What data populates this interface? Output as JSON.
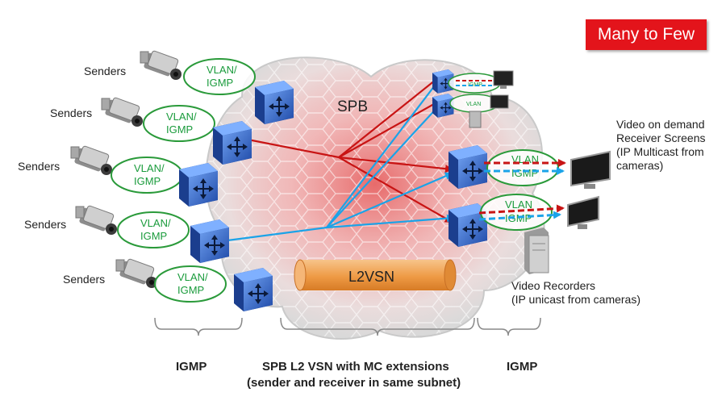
{
  "badge": {
    "label": "Many to Few",
    "color": "#e3141b"
  },
  "cloud_label": "SPB",
  "tunnel_label": "L2VSN",
  "vlan_bubble": {
    "line1": "VLAN/",
    "line2": "IGMP"
  },
  "vlan_bubble_right": {
    "line1": "VLAN",
    "line2": "IGMP"
  },
  "small_bubble": {
    "line1": "VLAN",
    "line2": "IGMP"
  },
  "senders": [
    "Senders",
    "Senders",
    "Senders",
    "Senders",
    "Senders"
  ],
  "video_on_demand": "Video on demand\nReceiver Screens\n(IP Multicast from\ncameras)",
  "video_recorders": "Video Recorders\n(IP unicast from cameras)",
  "bottom": {
    "left": "IGMP",
    "center_line1": "SPB L2 VSN with MC extensions",
    "center_line2": "(sender and receiver in same subnet)",
    "right": "IGMP"
  },
  "colors": {
    "red_arrow": "#c81414",
    "blue_arrow": "#1aa3e8",
    "bubble_border": "#2a9a3a",
    "tunnel": "#f0a050",
    "router": "#2f63c8"
  },
  "icons": [
    "camera-icon",
    "router-icon",
    "monitor-icon",
    "server-icon"
  ]
}
